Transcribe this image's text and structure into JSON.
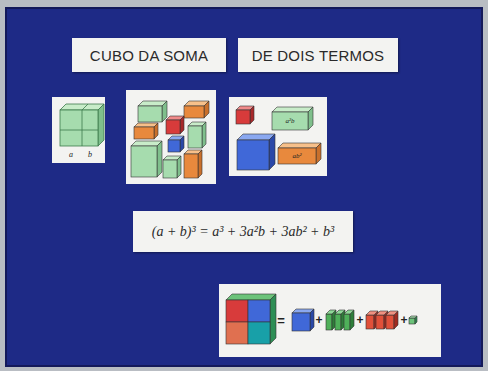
{
  "diagram": {
    "nodes": [
      {
        "text": [
          "CUBO DA SOMA"
        ]
      },
      {
        "text": [
          "DE DOIS TERMOS"
        ]
      },
      {
        "text": [
          "(a + b)³ = a³ + 3a²b + 3ab² + b³"
        ]
      }
    ],
    "labels": [
      "a",
      "b",
      "a²b",
      "ab²",
      "=",
      "+",
      "+",
      "+"
    ]
  }
}
